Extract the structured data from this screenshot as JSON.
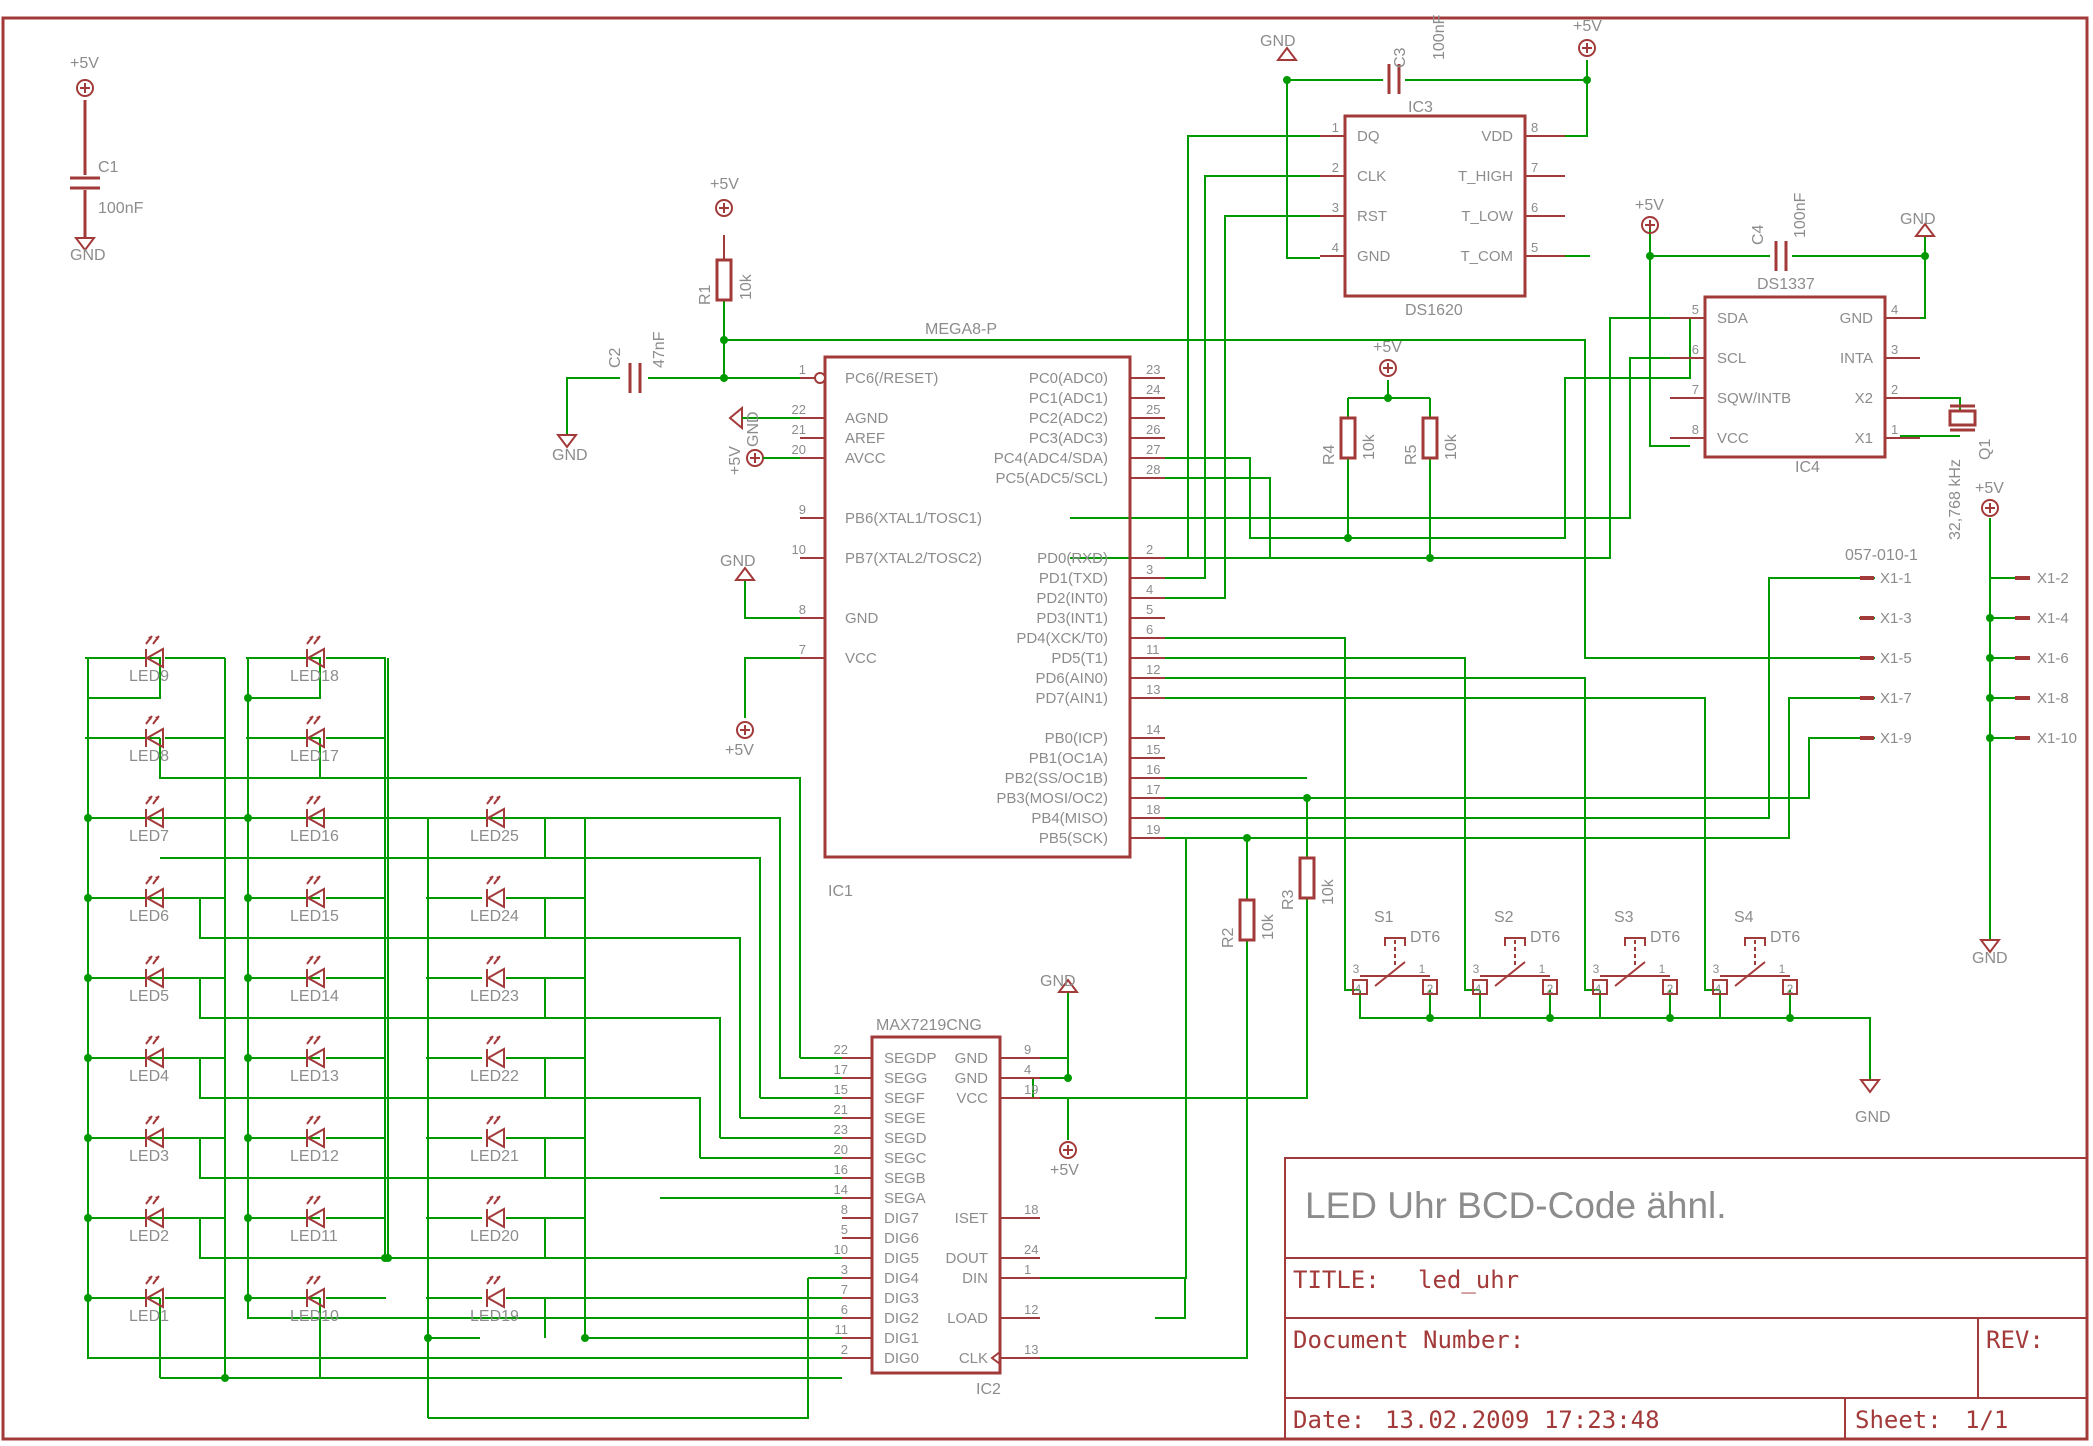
{
  "colors": {
    "part": "#a33a3a",
    "wire": "#009900",
    "pin": "#a33a3a",
    "text": "#8c8c8c",
    "frame": "#a33a3a"
  },
  "title_block": {
    "headline": "LED Uhr BCD-Code ähnl.",
    "title_label": "TITLE:",
    "title_value": "led_uhr",
    "doc_label": "Document Number:",
    "rev_label": "REV:",
    "date_label": "Date:",
    "date_value": "13.02.2009 17:23:48",
    "sheet_label": "Sheet:",
    "sheet_value": "1/1"
  },
  "supply": {
    "p5v": "+5V",
    "gnd": "GND"
  },
  "ic1": {
    "name": "IC1",
    "value": "MEGA8-P",
    "left_pins": [
      {
        "num": "1",
        "label": "PC6(/RESET)"
      },
      {
        "num": "22",
        "label": "AGND"
      },
      {
        "num": "21",
        "label": "AREF"
      },
      {
        "num": "20",
        "label": "AVCC"
      },
      {
        "num": "9",
        "label": "PB6(XTAL1/TOSC1)"
      },
      {
        "num": "10",
        "label": "PB7(XTAL2/TOSC2)"
      },
      {
        "num": "8",
        "label": "GND"
      },
      {
        "num": "7",
        "label": "VCC"
      }
    ],
    "right_pins": [
      {
        "num": "23",
        "label": "PC0(ADC0)"
      },
      {
        "num": "24",
        "label": "PC1(ADC1)"
      },
      {
        "num": "25",
        "label": "PC2(ADC2)"
      },
      {
        "num": "26",
        "label": "PC3(ADC3)"
      },
      {
        "num": "27",
        "label": "PC4(ADC4/SDA)"
      },
      {
        "num": "28",
        "label": "PC5(ADC5/SCL)"
      },
      {
        "num": "2",
        "label": "PD0(RXD)"
      },
      {
        "num": "3",
        "label": "PD1(TXD)"
      },
      {
        "num": "4",
        "label": "PD2(INT0)"
      },
      {
        "num": "5",
        "label": "PD3(INT1)"
      },
      {
        "num": "6",
        "label": "PD4(XCK/T0)"
      },
      {
        "num": "11",
        "label": "PD5(T1)"
      },
      {
        "num": "12",
        "label": "PD6(AIN0)"
      },
      {
        "num": "13",
        "label": "PD7(AIN1)"
      },
      {
        "num": "14",
        "label": "PB0(ICP)"
      },
      {
        "num": "15",
        "label": "PB1(OC1A)"
      },
      {
        "num": "16",
        "label": "PB2(SS/OC1B)"
      },
      {
        "num": "17",
        "label": "PB3(MOSI/OC2)"
      },
      {
        "num": "18",
        "label": "PB4(MISO)"
      },
      {
        "num": "19",
        "label": "PB5(SCK)"
      }
    ]
  },
  "ic2": {
    "name": "IC2",
    "value": "MAX7219CNG",
    "left_pins": [
      {
        "num": "22",
        "label": "SEGDP"
      },
      {
        "num": "17",
        "label": "SEGG"
      },
      {
        "num": "15",
        "label": "SEGF"
      },
      {
        "num": "21",
        "label": "SEGE"
      },
      {
        "num": "23",
        "label": "SEGD"
      },
      {
        "num": "20",
        "label": "SEGC"
      },
      {
        "num": "16",
        "label": "SEGB"
      },
      {
        "num": "14",
        "label": "SEGA"
      },
      {
        "num": "8",
        "label": "DIG7"
      },
      {
        "num": "5",
        "label": "DIG6"
      },
      {
        "num": "10",
        "label": "DIG5"
      },
      {
        "num": "3",
        "label": "DIG4"
      },
      {
        "num": "7",
        "label": "DIG3"
      },
      {
        "num": "6",
        "label": "DIG2"
      },
      {
        "num": "11",
        "label": "DIG1"
      },
      {
        "num": "2",
        "label": "DIG0"
      }
    ],
    "right_pins": [
      {
        "num": "9",
        "label": "GND"
      },
      {
        "num": "4",
        "label": "GND"
      },
      {
        "num": "19",
        "label": "VCC"
      },
      {
        "num": "18",
        "label": "ISET"
      },
      {
        "num": "24",
        "label": "DOUT"
      },
      {
        "num": "1",
        "label": "DIN"
      },
      {
        "num": "12",
        "label": "LOAD"
      },
      {
        "num": "13",
        "label": "CLK"
      }
    ]
  },
  "ic3": {
    "name": "IC3",
    "value": "DS1620",
    "left_pins": [
      {
        "num": "1",
        "label": "DQ"
      },
      {
        "num": "2",
        "label": "CLK"
      },
      {
        "num": "3",
        "label": "RST"
      },
      {
        "num": "4",
        "label": "GND"
      }
    ],
    "right_pins": [
      {
        "num": "8",
        "label": "VDD"
      },
      {
        "num": "7",
        "label": "T_HIGH"
      },
      {
        "num": "6",
        "label": "T_LOW"
      },
      {
        "num": "5",
        "label": "T_COM"
      }
    ]
  },
  "ic4": {
    "name": "IC4",
    "value": "DS1337",
    "left_pins": [
      {
        "num": "5",
        "label": "SDA"
      },
      {
        "num": "6",
        "label": "SCL"
      },
      {
        "num": "7",
        "label": "SQW/INTB"
      },
      {
        "num": "8",
        "label": "VCC"
      }
    ],
    "right_pins": [
      {
        "num": "4",
        "label": "GND"
      },
      {
        "num": "3",
        "label": "INTA"
      },
      {
        "num": "2",
        "label": "X2"
      },
      {
        "num": "1",
        "label": "X1"
      }
    ]
  },
  "passives": {
    "c1": {
      "name": "C1",
      "value": "100nF"
    },
    "c2": {
      "name": "C2",
      "value": "47nF"
    },
    "c3": {
      "name": "C3",
      "value": "100nF"
    },
    "c4": {
      "name": "C4",
      "value": "100nF"
    },
    "r1": {
      "name": "R1",
      "value": "10k"
    },
    "r2": {
      "name": "R2",
      "value": "10k"
    },
    "r3": {
      "name": "R3",
      "value": "10k"
    },
    "r4": {
      "name": "R4",
      "value": "10k"
    },
    "r5": {
      "name": "R5",
      "value": "10k"
    },
    "q1": {
      "name": "Q1",
      "value": "32,768 kHz"
    }
  },
  "connector": {
    "name": "057-010-1",
    "left": [
      "X1-1",
      "X1-3",
      "X1-5",
      "X1-7",
      "X1-9"
    ],
    "right": [
      "X1-2",
      "X1-4",
      "X1-6",
      "X1-8",
      "X1-10"
    ]
  },
  "switches": [
    {
      "name": "S1",
      "value": "DT6"
    },
    {
      "name": "S2",
      "value": "DT6"
    },
    {
      "name": "S3",
      "value": "DT6"
    },
    {
      "name": "S4",
      "value": "DT6"
    }
  ],
  "switch_pins": [
    "3",
    "1",
    "4",
    "2"
  ],
  "leds": {
    "col1": [
      "LED9",
      "LED8",
      "LED7",
      "LED6",
      "LED5",
      "LED4",
      "LED3",
      "LED2",
      "LED1"
    ],
    "col2": [
      "LED18",
      "LED17",
      "LED16",
      "LED15",
      "LED14",
      "LED13",
      "LED12",
      "LED11",
      "LED10"
    ],
    "col3": [
      "LED25",
      "LED24",
      "LED23",
      "LED22",
      "LED21",
      "LED20",
      "LED19"
    ]
  }
}
